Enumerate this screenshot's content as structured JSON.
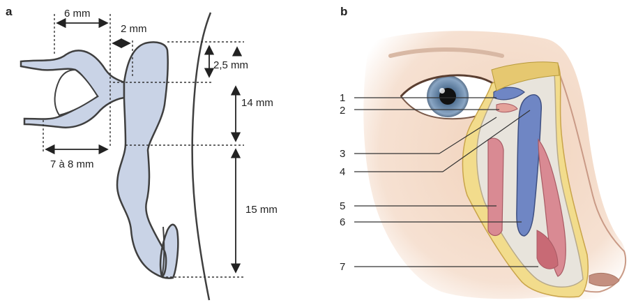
{
  "panel_a": {
    "letter": "a",
    "dimensions": {
      "top_width": "6 mm",
      "canaliculus_width": "2 mm",
      "fundus_height": "2,5 mm",
      "sac_height": "14 mm",
      "canal_length": "7 à 8 mm",
      "duct_height": "15 mm"
    }
  },
  "panel_b": {
    "letter": "b",
    "callouts": [
      "1",
      "2",
      "3",
      "4",
      "5",
      "6",
      "7"
    ]
  },
  "colors": {
    "duct_fill": "#c9d3e6",
    "duct_stroke": "#3f3f3f",
    "sac_blue": "#6f86c4",
    "mucosa_pink": "#d98a93",
    "bone_yellow": "#e6c870",
    "skin": "#f3d9c6"
  }
}
